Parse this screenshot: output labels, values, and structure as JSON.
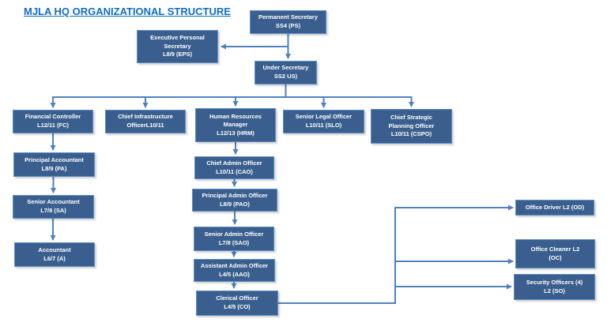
{
  "title": "MJLA HQ ORGANIZATIONAL STRUCTURE",
  "colors": {
    "title_text": "#0f6cc4",
    "node_fill": "#3a5f8e",
    "node_border": "#5b8fc9",
    "node_text": "#ffffff",
    "connector": "#4f81bd"
  },
  "nodes": {
    "ps": {
      "lines": [
        "Permanent Secretary",
        "SS4 (PS)"
      ]
    },
    "eps": {
      "lines": [
        "Executive Personal",
        "Secretary",
        "L8/9 (EPS)"
      ]
    },
    "us": {
      "lines": [
        "Under Secretary",
        "SS2 US)"
      ]
    },
    "fc": {
      "lines": [
        "Financial Controller",
        "L12/11 (FC)"
      ]
    },
    "cio": {
      "lines": [
        "Chief Infrastructure",
        "OfficerL10/11"
      ]
    },
    "hrm": {
      "lines": [
        "Human Resources",
        "Manager",
        "L12/13 (HRM)"
      ]
    },
    "slo": {
      "lines": [
        "Senior Legal Officer",
        "L10/11 (SLO)"
      ]
    },
    "cspo": {
      "lines": [
        "Chief Strategic",
        "Planning Officer",
        "L10/11 (CSPO)"
      ]
    },
    "pa": {
      "lines": [
        "Principal Accountant",
        "L8/9 (PA)"
      ]
    },
    "sa": {
      "lines": [
        "Senior Accountant",
        "L7/8 (SA)"
      ]
    },
    "a": {
      "lines": [
        "Accountant",
        "L6/7 (A)"
      ]
    },
    "cao": {
      "lines": [
        "Chief Admin Officer",
        "L10/11 (CAO)"
      ]
    },
    "pao": {
      "lines": [
        "Principal  Admin Officer",
        "L8/9 (PAO)"
      ]
    },
    "sao": {
      "lines": [
        "Senior Admin Officer",
        "L7/8 (SAO)"
      ]
    },
    "aao": {
      "lines": [
        "Assistant Admin Officer",
        "L4/5 (AAO)"
      ]
    },
    "co": {
      "lines": [
        "Clerical Officer",
        "L4/5 (CO)"
      ]
    },
    "od": {
      "lines": [
        "Office Driver L2 (OD)"
      ]
    },
    "oc": {
      "lines": [
        "Office Cleaner L2",
        "(OC)"
      ]
    },
    "so": {
      "lines": [
        "Security Officers (4)",
        "L2 (SO)"
      ]
    }
  },
  "edges": [
    {
      "from": "ps",
      "to": "eps"
    },
    {
      "from": "ps",
      "to": "us"
    },
    {
      "from": "us",
      "to": "fc"
    },
    {
      "from": "us",
      "to": "cio"
    },
    {
      "from": "us",
      "to": "hrm"
    },
    {
      "from": "us",
      "to": "slo"
    },
    {
      "from": "us",
      "to": "cspo"
    },
    {
      "from": "fc",
      "to": "pa"
    },
    {
      "from": "pa",
      "to": "sa"
    },
    {
      "from": "sa",
      "to": "a"
    },
    {
      "from": "hrm",
      "to": "cao"
    },
    {
      "from": "cao",
      "to": "pao"
    },
    {
      "from": "pao",
      "to": "sao"
    },
    {
      "from": "sao",
      "to": "aao"
    },
    {
      "from": "aao",
      "to": "co"
    },
    {
      "from": "co",
      "to": "od"
    },
    {
      "from": "co",
      "to": "oc"
    },
    {
      "from": "co",
      "to": "so"
    }
  ]
}
